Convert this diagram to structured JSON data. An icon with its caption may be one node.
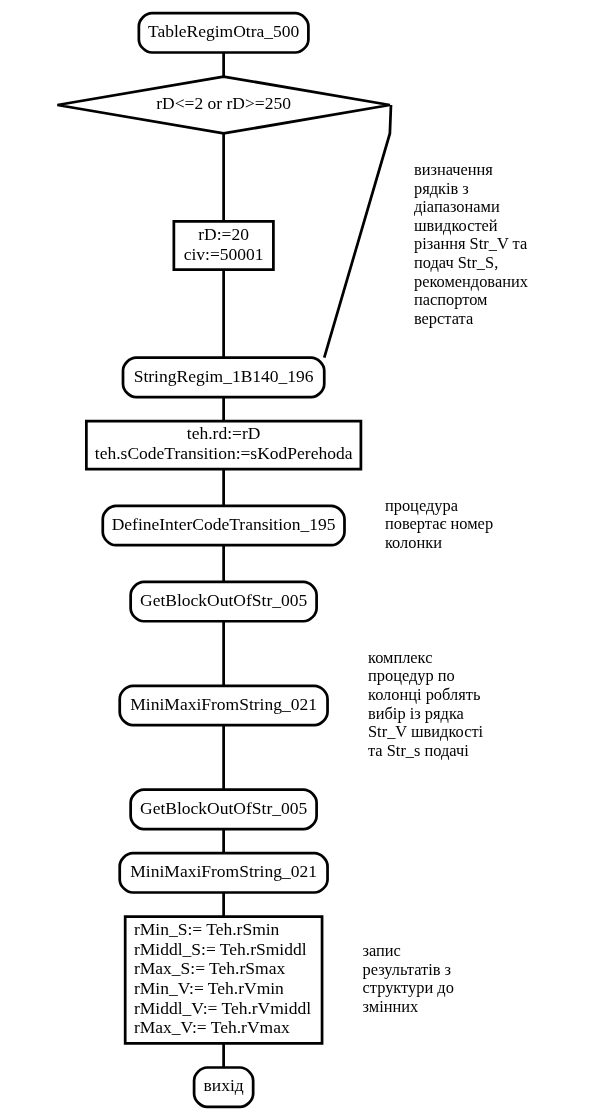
{
  "diagram": {
    "nodes": [
      {
        "text": [
          "TableRegimOtra_500"
        ]
      },
      {
        "text": [
          "rD<=2 or rD>=250"
        ]
      },
      {
        "text": [
          "rD:=20",
          "civ:=50001"
        ]
      },
      {
        "text": [
          "StringRegim_1B140_196"
        ]
      },
      {
        "text": [
          "teh.rd:=rD",
          "teh.sCodeTransition:=sKodPerehoda"
        ]
      },
      {
        "text": [
          "DefineInterCodeTransition_195"
        ]
      },
      {
        "text": [
          "GetBlockOutOfStr_005"
        ]
      },
      {
        "text": [
          "MiniMaxiFromString_021"
        ]
      },
      {
        "text": [
          "GetBlockOutOfStr_005"
        ]
      },
      {
        "text": [
          "MiniMaxiFromString_021"
        ]
      },
      {
        "text": [
          "rMin_S:= Teh.rSmin",
          "rMiddl_S:= Teh.rSmiddl",
          "rMax_S:= Teh.rSmax",
          "rMin_V:= Teh.rVmin",
          "rMiddl_V:= Teh.rVmiddl",
          "rMax_V:= Teh.rVmax"
        ]
      },
      {
        "text": [
          "вихід"
        ]
      }
    ],
    "edges": [
      {
        "from": 0,
        "to": 1,
        "arrow": "none"
      },
      {
        "from": 1,
        "to": 2,
        "arrow": "none"
      },
      {
        "from": 2,
        "to": 3,
        "arrow": "none"
      },
      {
        "from": 1,
        "to": 3,
        "arrow": "none"
      },
      {
        "from": 3,
        "to": 4,
        "arrow": "none"
      },
      {
        "from": 4,
        "to": 5,
        "arrow": "none"
      },
      {
        "from": 5,
        "to": 6,
        "arrow": "none"
      },
      {
        "from": 6,
        "to": 7,
        "arrow": "none"
      },
      {
        "from": 7,
        "to": 8,
        "arrow": "none"
      },
      {
        "from": 8,
        "to": 9,
        "arrow": "none"
      },
      {
        "from": 9,
        "to": 10,
        "arrow": "none"
      },
      {
        "from": 10,
        "to": 11,
        "arrow": "none"
      }
    ],
    "labels": [
      "визначення рядків з діапазонами швидкостей різання Str_V та подач Str_S, рекомендованих паспортом верстата",
      "процедура повертає номер колонки",
      "комплекс процедур по колонці роблять вибір із рядка Str_V швидкості та Str_s подачі",
      "запис результатів з структури до змінних"
    ]
  }
}
